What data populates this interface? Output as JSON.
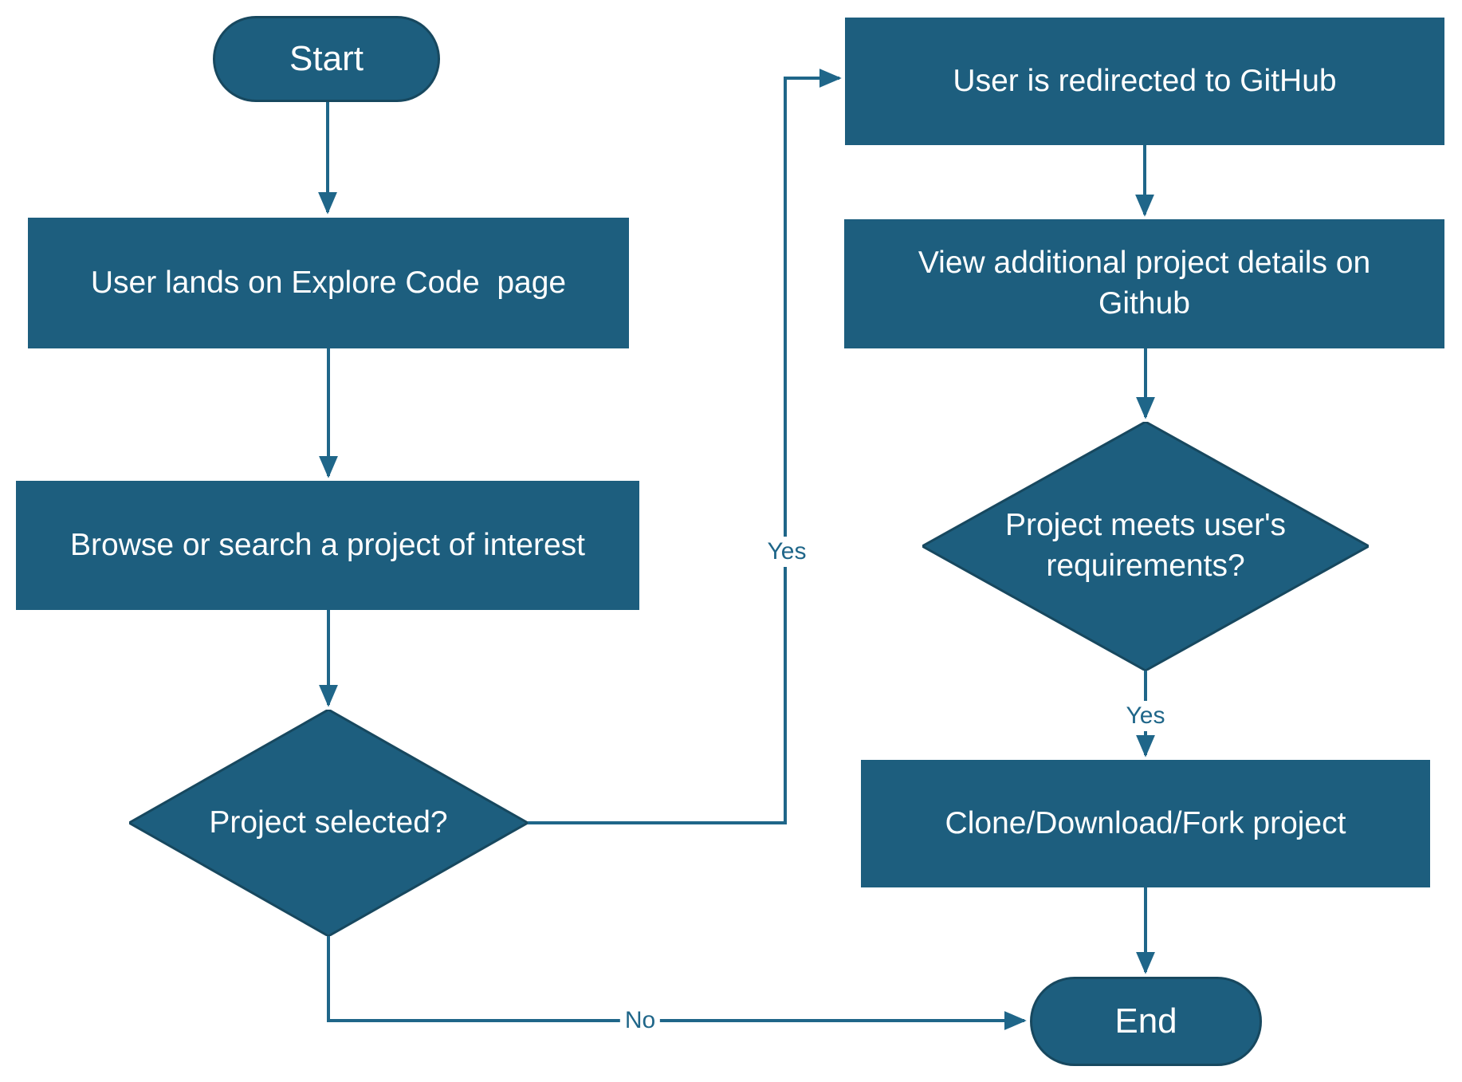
{
  "palette": {
    "shape_fill": "#1d5e7e",
    "shape_stroke": "#17485f",
    "connector": "#1f6689",
    "label_text": "#1f6689",
    "shape_text": "#ffffff",
    "canvas_bg": "#ffffff"
  },
  "nodes": {
    "start": {
      "label": "Start",
      "shape": "stadium"
    },
    "land": {
      "label": "User lands on Explore Code  page",
      "shape": "rectangle"
    },
    "browse": {
      "label": "Browse or search a project of interest",
      "shape": "rectangle"
    },
    "selected": {
      "label": "Project selected?",
      "shape": "diamond"
    },
    "redirect": {
      "label": "User is redirected to GitHub",
      "shape": "rectangle"
    },
    "details": {
      "label": "View additional project details on Github",
      "shape": "rectangle"
    },
    "meets": {
      "label": "Project meets user's requirements?",
      "shape": "diamond"
    },
    "clone": {
      "label": "Clone/Download/Fork project",
      "shape": "rectangle"
    },
    "end": {
      "label": "End",
      "shape": "stadium"
    }
  },
  "edge_labels": {
    "selected_yes": "Yes",
    "meets_yes": "Yes",
    "selected_no": "No"
  }
}
